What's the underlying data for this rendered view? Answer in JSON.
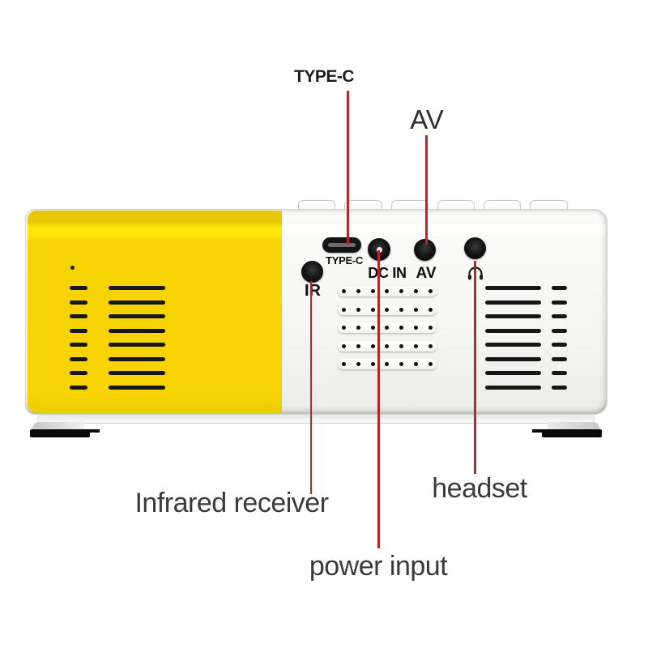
{
  "annotations": {
    "type_c_label": "TYPE-C",
    "av_label": "AV",
    "infrared_label": "Infrared receiver",
    "power_label": "power input",
    "headset_label": "headset"
  },
  "ports": {
    "type_c_label": "TYPE-C",
    "ir_label": "IR",
    "dc_in_label": "DC IN",
    "av_label": "AV",
    "headset_icon": "headphone-icon"
  },
  "colors": {
    "accent_red": "#bb2428",
    "body_yellow": "#f8d303",
    "highlight_yellow": "#ffe707",
    "body_white": "#f5f5f3",
    "vent_black": "#161616"
  },
  "decor": {
    "vent_rows": 8,
    "grille_rows": 5,
    "grille_dots": 7,
    "top_tabs": 6
  }
}
